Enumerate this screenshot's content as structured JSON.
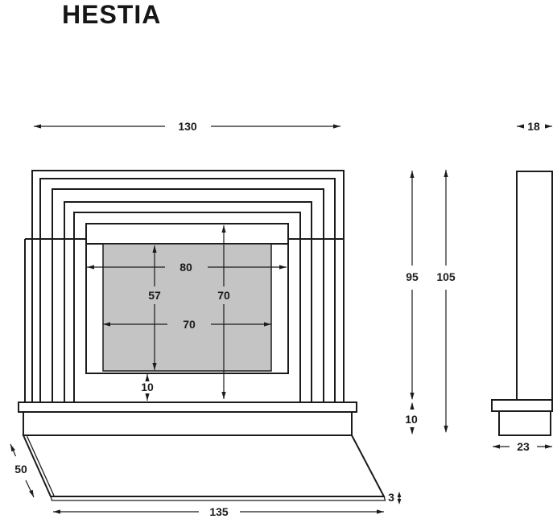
{
  "title": "HESTIA",
  "front_view": {
    "overall_width": "130",
    "opening_width": "80",
    "firebox_width": "70",
    "firebox_height": "57",
    "opening_height": "70",
    "firebox_bottom_gap": "10",
    "hearth_length": "135",
    "hearth_depth": "50",
    "hearth_lip_thickness": "3"
  },
  "side_view": {
    "top_depth": "18",
    "height_to_hearth": "95",
    "total_height": "105",
    "hearth_height": "10",
    "base_depth": "23"
  },
  "colors": {
    "line": "#1b1b1b",
    "firebox_fill": "#c4c4c4",
    "background": "#ffffff"
  }
}
